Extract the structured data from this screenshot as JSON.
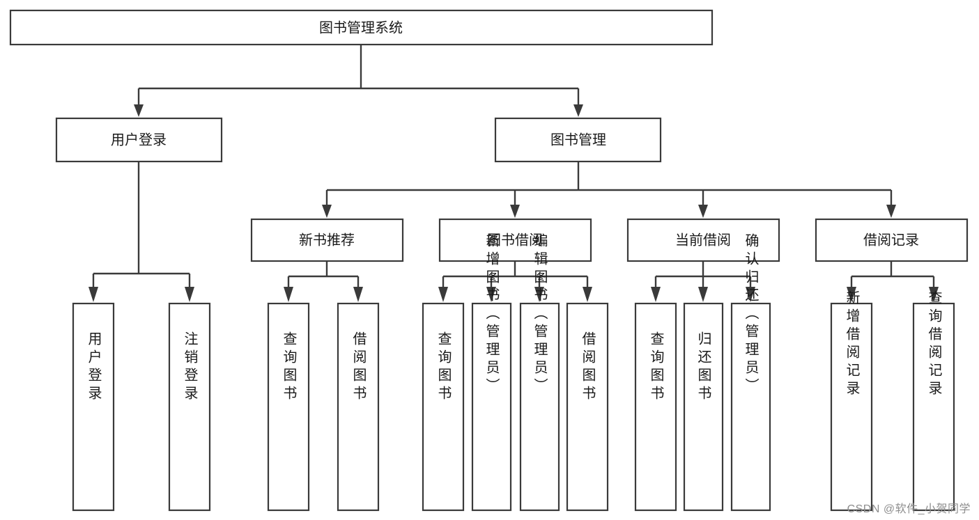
{
  "diagram": {
    "title": "图书管理系统",
    "watermark": "CSDN @软件_小贺同学",
    "accent_color": "#3a3a3a",
    "box_fill": "#ffffff",
    "text_color": "#1a1a1a",
    "nodes": {
      "root": "图书管理系统",
      "level2": [
        "用户登录",
        "图书管理"
      ],
      "level3": [
        "新书推荐",
        "图书借阅",
        "当前借阅",
        "借阅记录"
      ],
      "leaves_user_login": [
        "用户登录",
        "注销登录"
      ],
      "leaves_new_book": [
        "查询图书",
        "借阅图书"
      ],
      "leaves_book_borrow": [
        "查询图书",
        "新增图书（管理员）",
        "编辑图书（管理员）",
        "借阅图书"
      ],
      "leaves_current_borrow": [
        "查询图书",
        "归还图书",
        "确认归还（管理员）"
      ],
      "leaves_borrow_record": [
        "新增借阅记录",
        "查询借阅记录"
      ]
    }
  },
  "chart_data": {
    "type": "diagram",
    "title": "图书管理系统",
    "orientation": "top-down tree",
    "levels": 4,
    "tree": {
      "label": "图书管理系统",
      "children": [
        {
          "label": "用户登录",
          "children": [
            {
              "label": "用户登录",
              "children": []
            },
            {
              "label": "注销登录",
              "children": []
            }
          ]
        },
        {
          "label": "图书管理",
          "children": [
            {
              "label": "新书推荐",
              "children": [
                {
                  "label": "查询图书",
                  "children": []
                },
                {
                  "label": "借阅图书",
                  "children": []
                }
              ]
            },
            {
              "label": "图书借阅",
              "children": [
                {
                  "label": "查询图书",
                  "children": []
                },
                {
                  "label": "新增图书（管理员）",
                  "children": []
                },
                {
                  "label": "编辑图书（管理员）",
                  "children": []
                },
                {
                  "label": "借阅图书",
                  "children": []
                }
              ]
            },
            {
              "label": "当前借阅",
              "children": [
                {
                  "label": "查询图书",
                  "children": []
                },
                {
                  "label": "归还图书",
                  "children": []
                },
                {
                  "label": "确认归还（管理员）",
                  "children": []
                }
              ]
            },
            {
              "label": "借阅记录",
              "children": [
                {
                  "label": "新增借阅记录",
                  "children": []
                },
                {
                  "label": "查询借阅记录",
                  "children": []
                }
              ]
            }
          ]
        }
      ]
    }
  },
  "labels": {
    "root": "图书管理系统",
    "l2_user_login": "用户登录",
    "l2_book_mgmt": "图书管理",
    "l3_new_book": "新书推荐",
    "l3_book_borrow": "图书借阅",
    "l3_current_borrow": "当前借阅",
    "l3_borrow_record": "借阅记录",
    "leaf_user_login": "用户登录",
    "leaf_logout": "注销登录",
    "leaf_nb_query": "查询图书",
    "leaf_nb_borrow": "借阅图书",
    "leaf_bb_query": "查询图书",
    "leaf_bb_add": "新增图书（管理员）",
    "leaf_bb_edit": "编辑图书（管理员）",
    "leaf_bb_borrow": "借阅图书",
    "leaf_cb_query": "查询图书",
    "leaf_cb_return": "归还图书",
    "leaf_cb_confirm": "确认归还（管理员）",
    "leaf_br_add": "新增借阅记录",
    "leaf_br_query": "查询借阅记录",
    "watermark": "CSDN @软件_小贺同学"
  }
}
